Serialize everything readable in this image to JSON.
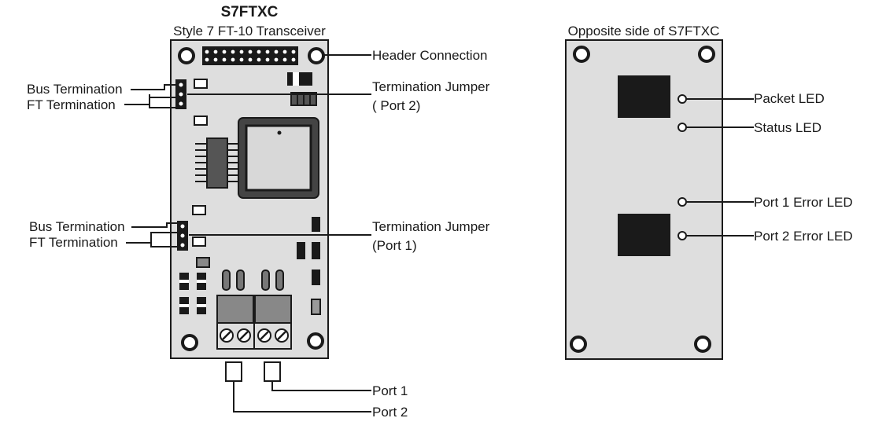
{
  "front": {
    "title": "S7FTXC",
    "subtitle": "Style 7 FT-10 Transceiver",
    "labels": {
      "header_connection": "Header Connection",
      "bus_termination_top": "Bus Termination",
      "ft_termination_top": "FT Termination",
      "termination_jumper_port2_line1": "Termination Jumper",
      "termination_jumper_port2_line2": "( Port 2)",
      "bus_termination_bottom": "Bus Termination",
      "ft_termination_bottom": "FT Termination",
      "termination_jumper_port1_line1": "Termination Jumper",
      "termination_jumper_port1_line2": "(Port 1)",
      "port1": "Port 1",
      "port2": "Port 2"
    }
  },
  "back": {
    "title": "Opposite side of S7FTXC",
    "labels": {
      "packet_led": "Packet LED",
      "status_led": "Status LED",
      "port1_error_led": "Port 1 Error LED",
      "port2_error_led": "Port 2 Error LED"
    }
  },
  "colors": {
    "board": "#dedede",
    "ink": "#1a1a1a"
  }
}
